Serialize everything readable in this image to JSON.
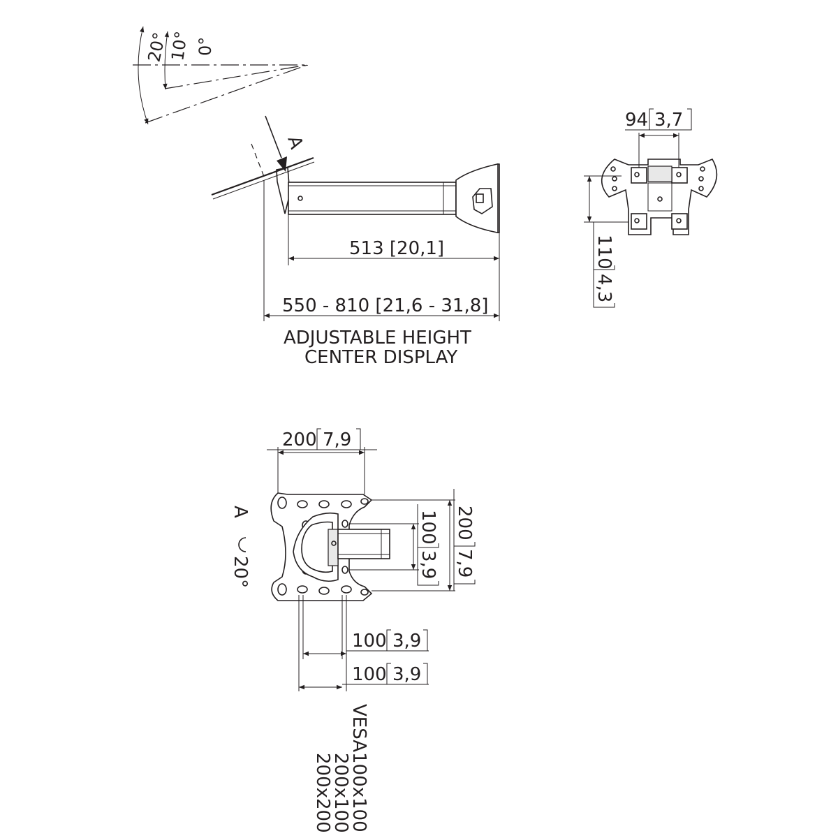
{
  "angles": {
    "a0": "0°",
    "a10": "10°",
    "a20": "20°"
  },
  "side_view": {
    "arrow_label": "A",
    "dim_inner": "513 [20,1]",
    "dim_outer": "550 - 810 [21,6 - 31,8]",
    "caption_line1": "ADJUSTABLE HEIGHT",
    "caption_line2": "CENTER DISPLAY"
  },
  "top_view": {
    "width_value": "94",
    "width_bracket": "3,7",
    "height_value": "110",
    "height_bracket": "4,3"
  },
  "front_view": {
    "width_value": "200",
    "width_bracket": "7,9",
    "rot_letter": "A",
    "rot_angle": "20°",
    "inner_h_value": "100",
    "inner_h_bracket": "3,9",
    "outer_h_value": "200",
    "outer_h_bracket": "7,9",
    "inner_w_value": "100",
    "inner_w_bracket": "3,9",
    "outer_w_value": "100",
    "outer_w_bracket": "3,9"
  },
  "vesa": {
    "line1": "VESA100x100",
    "line2": "200x100",
    "line3": "200x200"
  }
}
